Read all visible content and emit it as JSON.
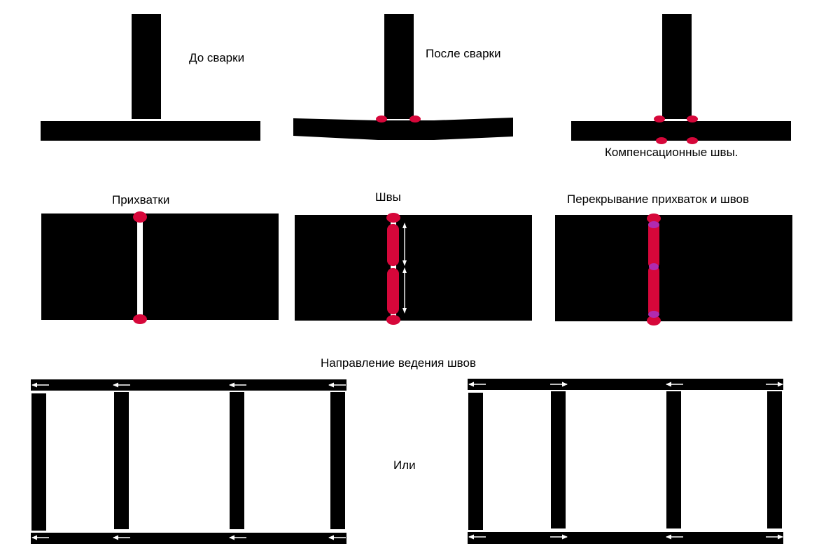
{
  "labels": {
    "before_welding": "До сварки",
    "after_welding": "После сварки",
    "compensation_welds": "Компенсационные швы.",
    "tacks": "Прихватки",
    "welds": "Швы",
    "overlap": "Перекрывание прихваток и швов",
    "direction": "Направление ведения швов",
    "or": "Или"
  },
  "colors": {
    "metal": "#000000",
    "weld": "#d6073a",
    "overlap_zone": "#b02bb0",
    "gap": "#ffffff",
    "arrow": "#ffffff"
  },
  "direction_variants": {
    "left": {
      "top": [
        "left",
        "left",
        "left",
        "left"
      ],
      "bottom": [
        "left",
        "left",
        "left",
        "left"
      ]
    },
    "right": {
      "top": [
        "left",
        "right",
        "left",
        "right"
      ],
      "bottom": [
        "left",
        "right",
        "left",
        "right"
      ]
    }
  }
}
